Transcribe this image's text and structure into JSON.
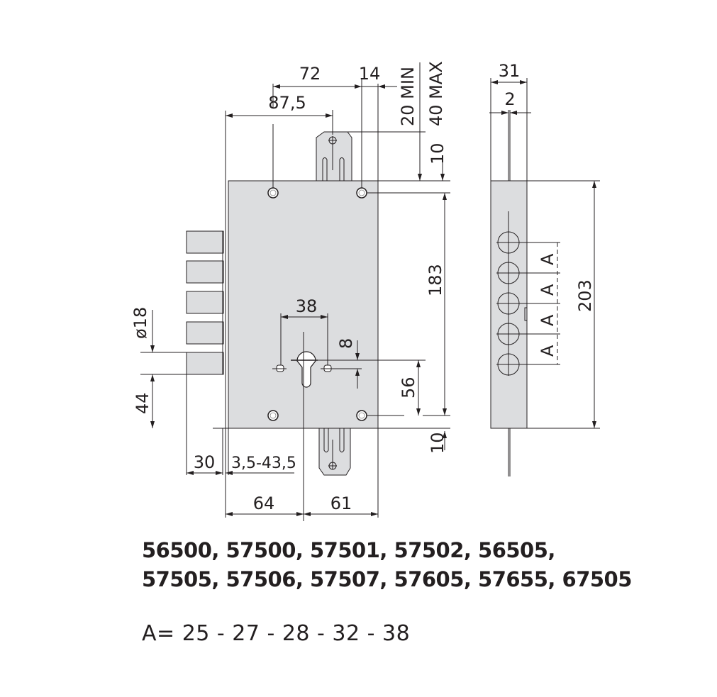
{
  "drawing": {
    "title": "Mortise lock technical drawing",
    "fill_color": "#dcdddf",
    "line_color": "#231f20",
    "front_view": {
      "dimensions": {
        "top_72": "72",
        "top_14": "14",
        "top_87_5": "87,5",
        "backset_min": "20 MIN",
        "backset_max": "40 MAX",
        "top_10": "10",
        "height_183": "183",
        "cyl_38": "38",
        "cyl_8": "8",
        "cyl_56": "56",
        "bottom_10": "10",
        "bolt_dia": "ø18",
        "bolt_44": "44",
        "bolt_30": "30",
        "bolt_throw": "3,5-43,5",
        "width_64": "64",
        "width_61": "61"
      }
    },
    "side_view": {
      "dimensions": {
        "depth_31": "31",
        "plate_2": "2",
        "height_203": "203",
        "spacing_label": "A"
      }
    }
  },
  "models": {
    "line1": "56500, 57500, 57501, 57502, 56505,",
    "line2": "57505, 57506, 57507, 57605, 57655, 67505"
  },
  "a_values": "A= 25 - 27 - 28 - 32 - 38"
}
